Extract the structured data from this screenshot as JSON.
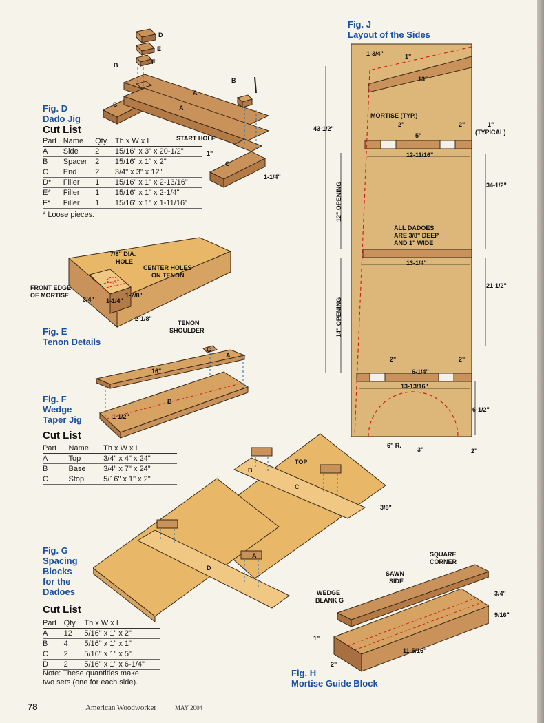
{
  "page": {
    "number": "78",
    "magazine": "American Woodworker",
    "issue": "MAY 2004"
  },
  "fig_d": {
    "title_line1": "Fig. D",
    "title_line2": "Dado Jig",
    "cut_list_title": "Cut List",
    "columns": [
      "Part",
      "Name",
      "Qty.",
      "Th x W x L"
    ],
    "rows": [
      [
        "A",
        "Side",
        "2",
        "15/16\" x 3\" x 20-1/2\""
      ],
      [
        "B",
        "Spacer",
        "2",
        "15/16\" x 1\" x 2\""
      ],
      [
        "C",
        "End",
        "2",
        "3/4\" x 3\" x 12\""
      ],
      [
        "D*",
        "Filler",
        "1",
        "15/16\" x 1\" x 2-13/16\""
      ],
      [
        "E*",
        "Filler",
        "1",
        "15/16\" x 1\" x 2-1/4\""
      ],
      [
        "F*",
        "Filler",
        "1",
        "15/16\" x 1\" x 1-11/16\""
      ]
    ],
    "note": "* Loose pieces.",
    "labels": {
      "d": "D",
      "e": "E",
      "f": "F",
      "b1": "B",
      "b2": "B",
      "a1": "A",
      "a2": "A",
      "c1": "C",
      "c2": "C",
      "start_hole": "START HOLE",
      "dim_1": "1\"",
      "dim_114": "1-1/4\""
    }
  },
  "fig_e": {
    "title_line1": "Fig. E",
    "title_line2": "Tenon Details",
    "labels": {
      "dia": "7/8\" DIA.",
      "hole": "HOLE",
      "center": "CENTER HOLES",
      "on_tenon": "ON TENON",
      "front_edge": "FRONT EDGE",
      "of_mortise": "OF MORTISE",
      "d34": "3/4\"",
      "d114": "1-1/4\"",
      "d178": "1-7/8\"",
      "d218": "2-1/8\"",
      "tenon": "TENON",
      "shoulder": "SHOULDER"
    }
  },
  "fig_f": {
    "title_line1": "Fig. F",
    "title_line2": "Wedge",
    "title_line3": "Taper Jig",
    "cut_list_title": "Cut List",
    "columns": [
      "Part",
      "Name",
      "Th x W x L"
    ],
    "rows": [
      [
        "A",
        "Top",
        "3/4\" x 4\" x 24\""
      ],
      [
        "B",
        "Base",
        "3/4\" x 7\" x 24\""
      ],
      [
        "C",
        "Stop",
        "5/16\" x 1\" x 2\""
      ]
    ],
    "labels": {
      "d16": "16\"",
      "c": "C",
      "a": "A",
      "b": "B",
      "d112": "1-1/2\""
    }
  },
  "fig_g": {
    "title_line1": "Fig. G",
    "title_line2": "Spacing",
    "title_line3": "Blocks",
    "title_line4": "for the",
    "title_line5": "Dadoes",
    "cut_list_title": "Cut List",
    "columns": [
      "Part",
      "Qty.",
      "Th x W x L"
    ],
    "rows": [
      [
        "A",
        "12",
        "5/16\" x 1\" x 2\""
      ],
      [
        "B",
        "4",
        "5/16\" x 1\" x 1\""
      ],
      [
        "C",
        "2",
        "5/16\" x 1\" x 5\""
      ],
      [
        "D",
        "2",
        "5/16\" x 1\" x 6-1/4\""
      ]
    ],
    "note_line1": "Note: These quantities make",
    "note_line2": "two sets (one for each side).",
    "labels": {
      "top": "TOP",
      "d38": "3/8\"",
      "a": "A",
      "b": "B",
      "c": "C",
      "d": "D"
    }
  },
  "fig_h": {
    "title_line1": "Fig. H",
    "title_line2": "Mortise Guide Block",
    "labels": {
      "square": "SQUARE",
      "corner": "CORNER",
      "sawn": "SAWN",
      "side": "SIDE",
      "wedge": "WEDGE",
      "blank": "BLANK G",
      "d34": "3/4\"",
      "d916": "9/16\"",
      "d1": "1\"",
      "d2": "2\"",
      "d11516": "11-5/16\""
    }
  },
  "fig_j": {
    "title_line1": "Fig. J",
    "title_line2": "Layout of the Sides",
    "labels": {
      "d134": "1-3/4\"",
      "d1": "1\"",
      "d13": "13\"",
      "d4312": "43-1/2\"",
      "mortise": "MORTISE (TYP.)",
      "d2a": "2\"",
      "d5": "5\"",
      "d2b": "2\"",
      "d1t": "1\"",
      "typical": "(TYPICAL)",
      "d121116": "12-11/16\"",
      "d3412": "34-1/2\"",
      "open12": "12\" OPENING",
      "dadoes1": "ALL DADOES",
      "dadoes2": "ARE 3/8\" DEEP",
      "dadoes3": "AND 1\" WIDE",
      "d1314": "13-1/4\"",
      "d2112": "21-1/2\"",
      "open14": "14\" OPENING",
      "d2c": "2\"",
      "d614": "6-1/4\"",
      "d2d": "2\"",
      "d131316": "13-13/16\"",
      "d612": "6-1/2\"",
      "r6": "6\" R.",
      "d3": "3\"",
      "d2e": "2\""
    }
  }
}
